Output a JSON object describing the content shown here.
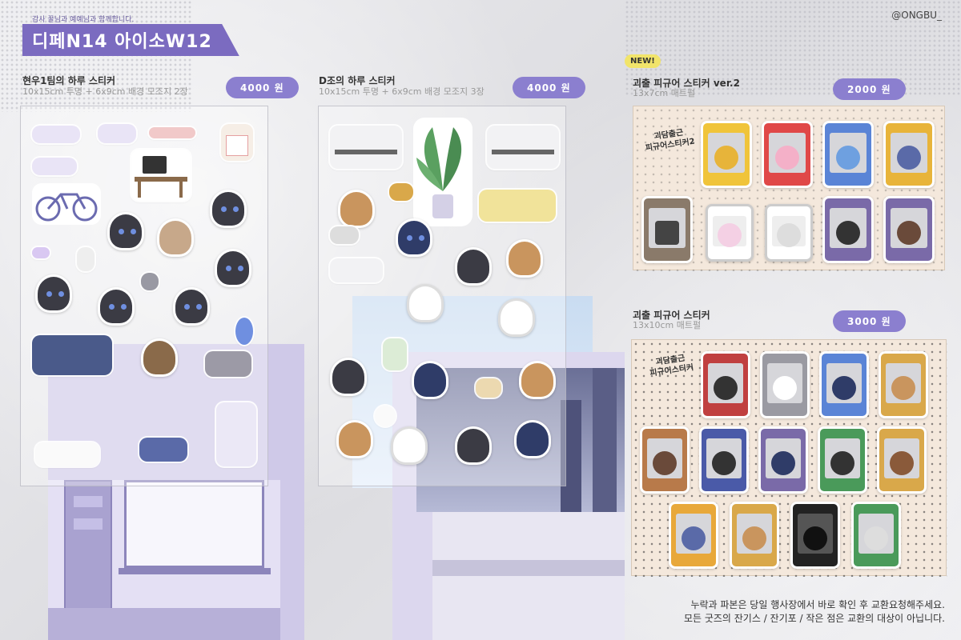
{
  "header": {
    "thanks": "감사 꿀님과 예예님과 함께합니다.",
    "event_title": "디페N14 아이소W12",
    "handle": "@ONGBU_"
  },
  "products": [
    {
      "title": "현우1팀의 하루 스티커",
      "subtitle": "10x15cm 투명 + 6x9cm 배경 모조지 2장",
      "price": "4000 원"
    },
    {
      "title": "D조의 하루 스티커",
      "subtitle": "10x15cm 투명 + 6x9cm 배경 모조지 3장",
      "price": "4000 원"
    },
    {
      "title": "괴출 피규어 스티커 ver.2",
      "subtitle": "13x7cm 매트펄",
      "price": "2000 원",
      "badge": "NEW!"
    },
    {
      "title": "괴출 피규어 스티커",
      "subtitle": "13x10cm 매트펄",
      "price": "3000 원"
    }
  ],
  "figure_logo_v2": "괴담출근\n피규어스티커2",
  "figure_logo_v1": "괴담출근\n피규어스티커",
  "notice": [
    "누락과 파본은 당일 행사장에서 바로 확인 후 교환요청해주세요.",
    "모든 굿즈의 잔기스 / 잔기포 / 작은 점은 교환의 대상이 아닙니다."
  ],
  "colors": {
    "accent": "#7b6bc0",
    "price_bg": "#8b7fcf",
    "badge": "#f1e46a"
  }
}
